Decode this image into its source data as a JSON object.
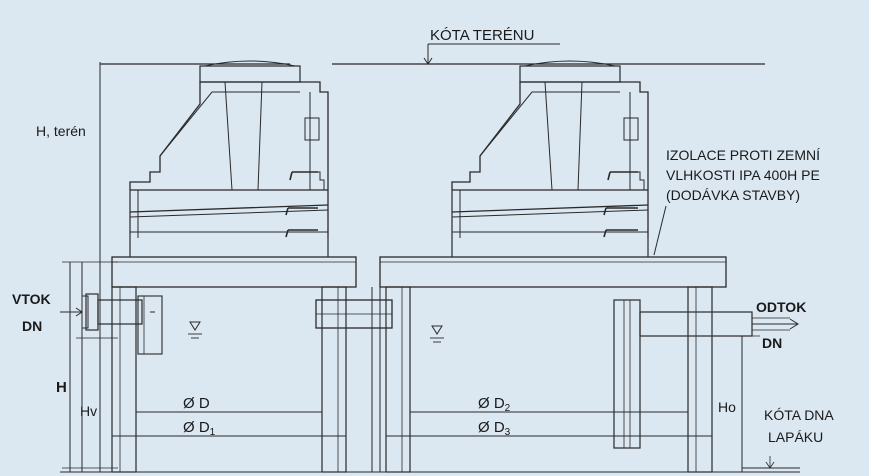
{
  "labels": {
    "terrain_level": "KÓTA TERÉNU",
    "h_terrain": "H, terén",
    "insulation_line1": "IZOLACE PROTI ZEMNÍ",
    "insulation_line2": "VLHKOSTI IPA 400H PE",
    "insulation_line3": "(DODÁVKA STAVBY)",
    "inlet": "VTOK",
    "inlet_dn": "DN",
    "outlet": "ODTOK",
    "outlet_dn": "DN",
    "h": "H",
    "hv": "Hv",
    "ho": "Ho",
    "d_left": "Ø D",
    "d1_left": "Ø D",
    "d1_sub": "1",
    "d2_right": "Ø D",
    "d2_sub": "2",
    "d3_right": "Ø D",
    "d3_sub": "3",
    "bottom_level_line1": "KÓTA DNA",
    "bottom_level_line2": "LAPÁKU"
  },
  "colors": {
    "background": "#dbe7f1",
    "line": "#2a2a2a",
    "text": "#1a1a1a"
  }
}
